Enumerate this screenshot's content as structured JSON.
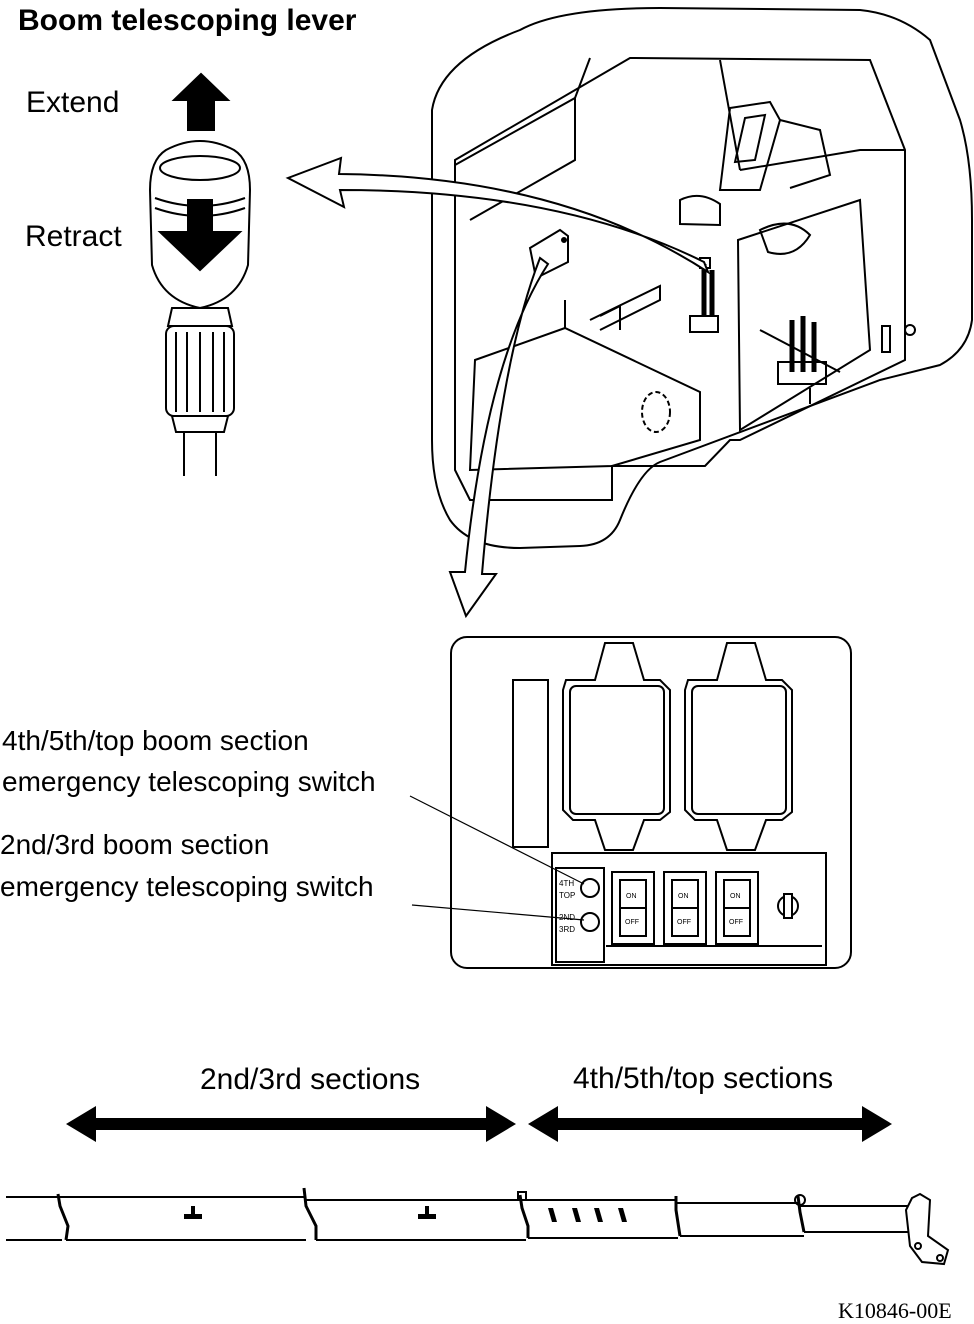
{
  "title": "Boom telescoping lever",
  "lever": {
    "extend_label": "Extend",
    "retract_label": "Retract"
  },
  "callouts": {
    "top_switch_line1": "4th/5th/top boom section",
    "top_switch_line2": "emergency telescoping switch",
    "second_switch_line1": "2nd/3rd boom section",
    "second_switch_line2": "emergency telescoping switch"
  },
  "panel": {
    "switch_top_label_1": "4TH",
    "switch_top_label_2": "TOP",
    "switch_2nd_label_1": "2ND",
    "switch_2nd_label_2": "3RD",
    "rocker_on": "ON",
    "rocker_off": "OFF"
  },
  "sections": {
    "lower": "2nd/3rd sections",
    "upper": "4th/5th/top sections"
  },
  "figure_id": "K10846-00E"
}
